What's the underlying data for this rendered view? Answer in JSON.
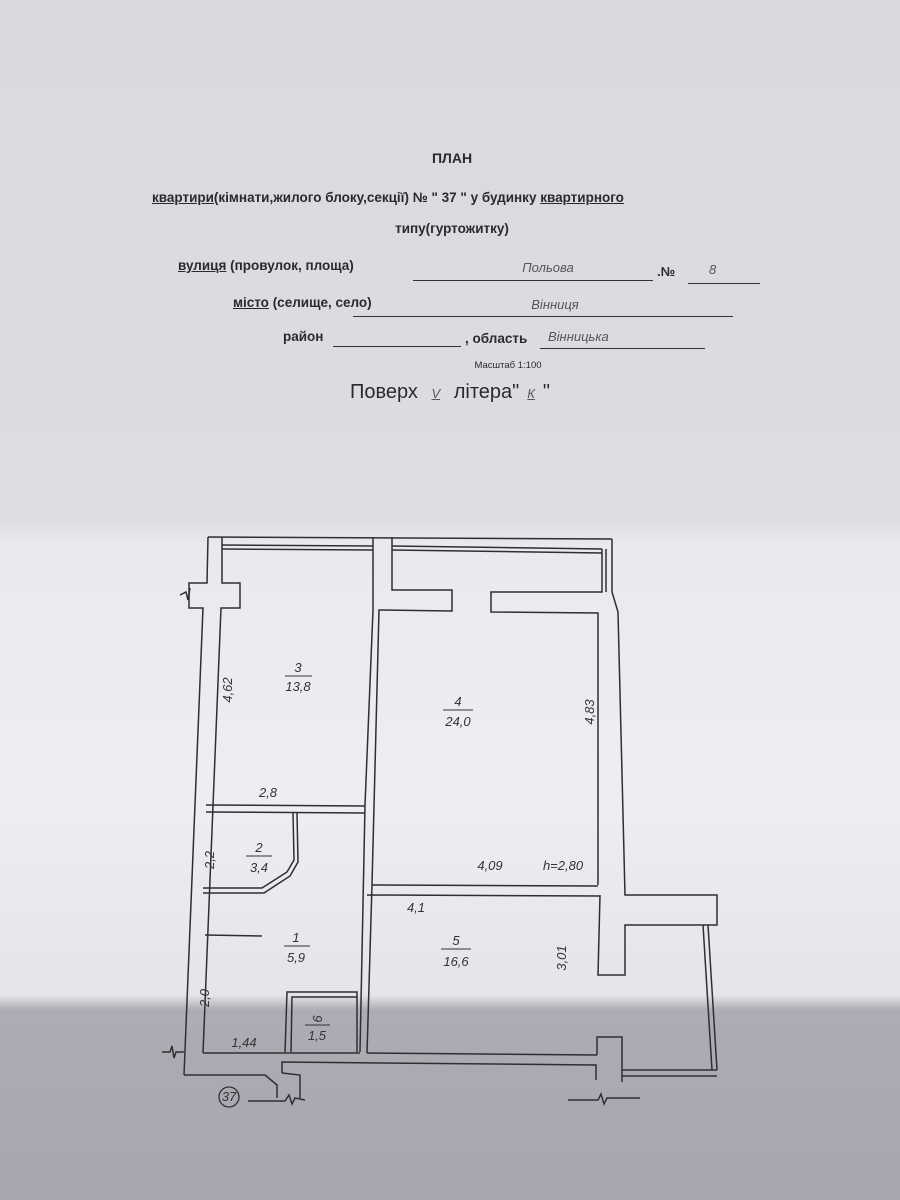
{
  "header": {
    "title": "ПЛАН",
    "line1_a": "квартири",
    "line1_b": "(кімнати,жилого блоку,секції) № \" 37  \" у будинку ",
    "line1_c": "квартирного",
    "line2": "типу(гуртожитку)",
    "street_label_a": "вулиця",
    "street_label_b": " (провулок, площа)",
    "street_value": "Польова",
    "number_label": ".№",
    "number_value": "8",
    "city_label_a": "місто",
    "city_label_b": " (селище, село)",
    "city_value": "Вінниця",
    "district_label": "район",
    "region_label": ", область",
    "region_value": "Вінницька",
    "scale": "Масштаб 1:100",
    "floor_label": "Поверх",
    "floor_value": "V",
    "letter_label": "літера\"",
    "letter_value": "К",
    "letter_close": "\""
  },
  "plan": {
    "rooms": [
      {
        "number": "1",
        "area": "5,9"
      },
      {
        "number": "2",
        "area": "3,4"
      },
      {
        "number": "3",
        "area": "13,8"
      },
      {
        "number": "4",
        "area": "24,0"
      },
      {
        "number": "5",
        "area": "16,6"
      },
      {
        "number": "6",
        "area": "1,5"
      }
    ],
    "dimensions": {
      "room3_height": "4,62",
      "room3_width": "2,8",
      "room4_height": "4,83",
      "room4_width": "4,09",
      "ceiling": "h=2,80",
      "room5_width": "4,1",
      "room5_height": "3,01",
      "room2_height": "2,2",
      "room1_height": "2,0",
      "entry_width": "1,44"
    },
    "apartment_marker": "37"
  }
}
